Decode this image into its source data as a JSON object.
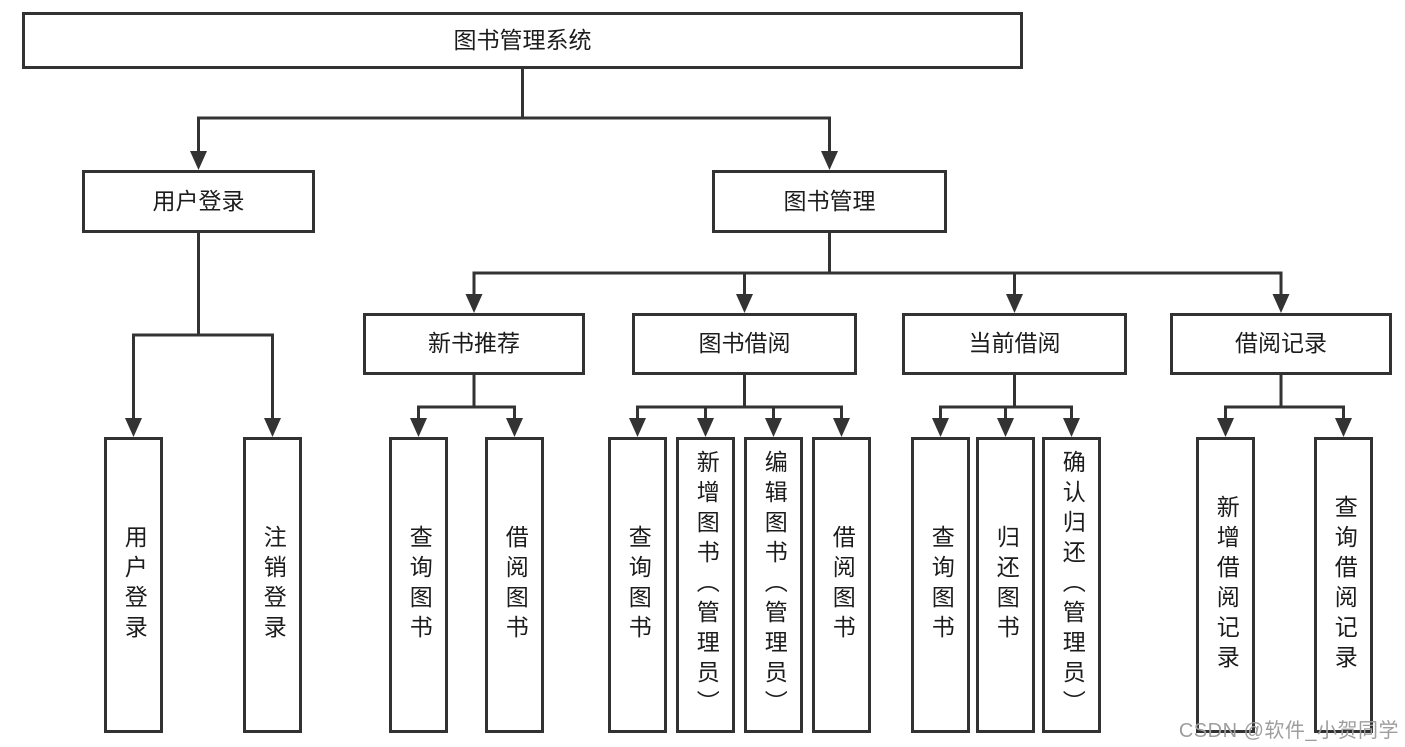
{
  "tree": {
    "label": "图书管理系统",
    "children": [
      {
        "label": "用户登录",
        "children": [
          {
            "label": "用户登录"
          },
          {
            "label": "注销登录"
          }
        ]
      },
      {
        "label": "图书管理",
        "children": [
          {
            "label": "新书推荐",
            "children": [
              {
                "label": "查询图书"
              },
              {
                "label": "借阅图书"
              }
            ]
          },
          {
            "label": "图书借阅",
            "children": [
              {
                "label": "查询图书"
              },
              {
                "label": "新增图书（管理员）"
              },
              {
                "label": "编辑图书（管理员）"
              },
              {
                "label": "借阅图书"
              }
            ]
          },
          {
            "label": "当前借阅",
            "children": [
              {
                "label": "查询图书"
              },
              {
                "label": "归还图书"
              },
              {
                "label": "确认归还（管理员）"
              }
            ]
          },
          {
            "label": "借阅记录",
            "children": [
              {
                "label": "新增借阅记录"
              },
              {
                "label": "查询借阅记录"
              }
            ]
          }
        ]
      }
    ]
  },
  "watermark": {
    "text": "CSDN @软件_小贺同学"
  },
  "colors": {
    "line": "#333333",
    "box_border": "#323232",
    "text": "#1c1c1c",
    "watermark": "#9e9e9e",
    "background": "#ffffff"
  }
}
